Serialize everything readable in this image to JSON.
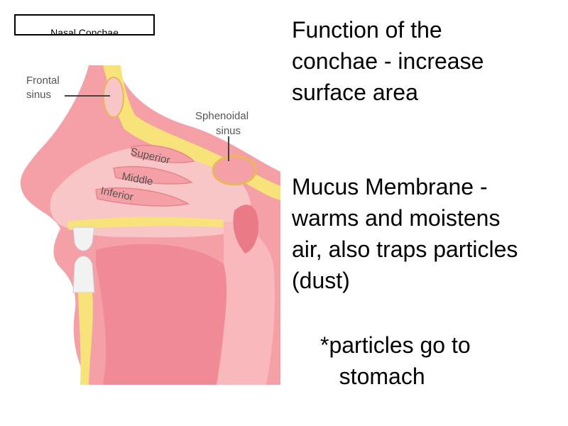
{
  "header": {
    "title": "Nasal Conchae"
  },
  "diagram": {
    "labels": {
      "frontal_line1": "Frontal",
      "frontal_line2": "sinus",
      "sphenoidal_line1": "Sphenoidal",
      "sphenoidal_line2": "sinus",
      "superior": "Superior",
      "middle": "Middle",
      "inferior": "Inferior"
    }
  },
  "notes": {
    "function": "Function of the\nconchae - increase\nsurface area",
    "mucus": "Mucus Membrane -\nwarms and moistens\nair, also traps particles\n(dust)",
    "particles": "*particles go to\n   stomach"
  },
  "colors": {
    "tissue_pink": "#f4a0a6",
    "cavity_pink": "#f9c6c8",
    "bone_yellow": "#f7e37a",
    "teeth_white": "#f2f2f2",
    "background": "#ffffff"
  }
}
